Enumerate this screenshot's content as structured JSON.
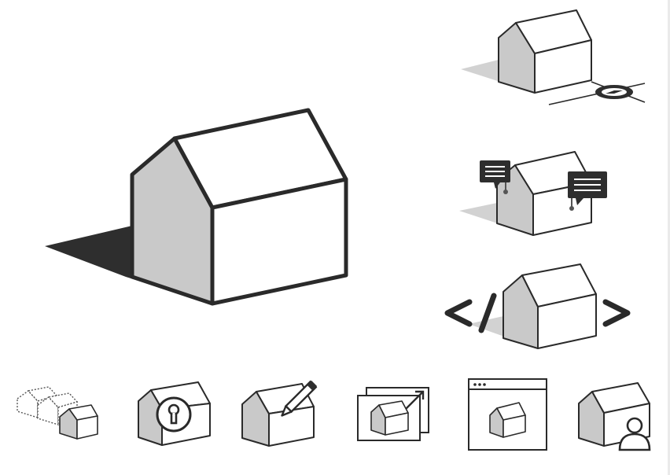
{
  "colors": {
    "background": "#ffffff",
    "stroke": "#2a2a2a",
    "wall_shade": "#c9c9c9",
    "ground_shadow": "#d2d2d2",
    "dark_shadow": "#2e2e2e"
  },
  "illustrations": [
    {
      "id": "hero-house",
      "icon": "house-icon"
    },
    {
      "id": "compass-house",
      "icon": "compass-icon"
    },
    {
      "id": "comments-house",
      "icon": "comment-icon"
    },
    {
      "id": "embed-code-house",
      "icon": "code-brackets-icon"
    },
    {
      "id": "versions-house",
      "icon": "stacked-houses-icon"
    },
    {
      "id": "private-house",
      "icon": "keyhole-icon"
    },
    {
      "id": "edit-house",
      "icon": "pencil-icon"
    },
    {
      "id": "share-house",
      "icon": "external-link-icon"
    },
    {
      "id": "browser-house",
      "icon": "browser-window-icon"
    },
    {
      "id": "user-house",
      "icon": "user-icon"
    }
  ]
}
